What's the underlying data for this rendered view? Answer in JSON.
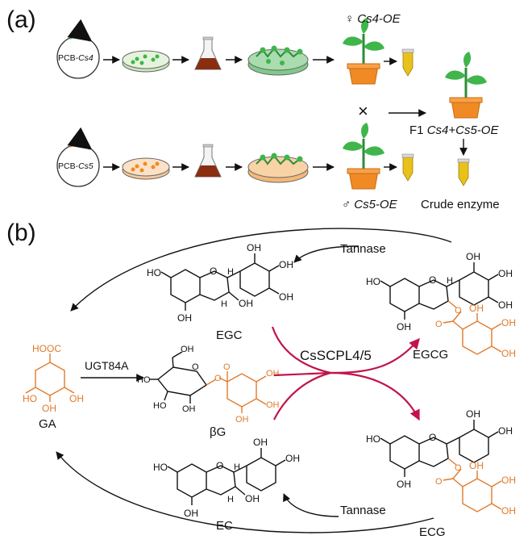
{
  "panels": {
    "a": "(a)",
    "b": "(b)"
  },
  "panel_a": {
    "plasmid_top_prefix": "PCB-",
    "plasmid_top_gene": "Cs4",
    "plasmid_bottom_prefix": "PCB-",
    "plasmid_bottom_gene": "Cs5",
    "female_symbol": "♀",
    "female_label": "Cs4-OE",
    "male_symbol": "♂",
    "male_label": "Cs5-OE",
    "cross_symbol": "×",
    "f1_prefix": "F1 ",
    "f1_label": "Cs4+Cs5-OE",
    "crude_enzyme": "Crude enzyme"
  },
  "panel_b": {
    "tannase_top": "Tannase",
    "tannase_bottom": "Tannase",
    "ugt": "UGT84A",
    "enzyme": "CsSCPL4/5",
    "compounds": {
      "egc": "EGC",
      "egcg": "EGCG",
      "ga": "GA",
      "bg": "βG",
      "ec": "EC",
      "ecg": "ECG"
    },
    "atoms": {
      "oh": "OH",
      "ho": "HO",
      "o": "O",
      "h": "H",
      "hooc": "HOOC"
    }
  },
  "colors": {
    "orange": "#e07a2b",
    "crimson": "#c2144a",
    "plant_green": "#3fb54a",
    "pot_orange": "#f08a24",
    "culture_brown": "#8a2e12",
    "tube_yellow": "#e8c21a"
  }
}
